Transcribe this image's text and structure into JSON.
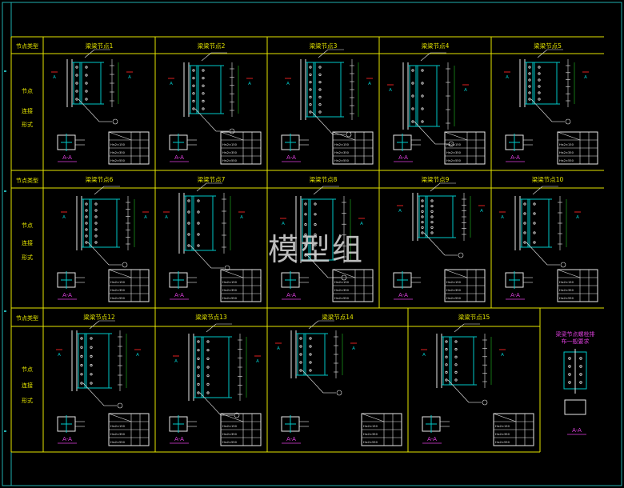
{
  "watermark": "模型组",
  "row_header_label": "节点类型",
  "row_side_label": [
    "节点",
    "连接",
    "形式"
  ],
  "section_label": "A-A",
  "rows": [
    {
      "nodes": [
        "梁梁节点1",
        "梁梁节点2",
        "梁梁节点3",
        "梁梁节点4",
        "梁梁节点5"
      ]
    },
    {
      "nodes": [
        "梁梁节点6",
        "梁梁节点7",
        "梁梁节点8",
        "梁梁节点9",
        "梁梁节点10"
      ]
    },
    {
      "nodes": [
        "梁梁节点12",
        "梁梁节点13",
        "梁梁节点14",
        "梁梁节点15"
      ]
    }
  ],
  "side_detail_title": [
    "梁梁节点螺栓排",
    "布一般要求"
  ],
  "table_row_labels": [
    "H≤2×150",
    "H≤2×350",
    "H≤2×550"
  ],
  "colors": {
    "background": "#000000",
    "frame": "#e6e600",
    "cyan": "#00c8c8",
    "white": "#e8e8e8",
    "magenta": "#e040e0",
    "red": "#e02020",
    "green": "#20c020"
  }
}
